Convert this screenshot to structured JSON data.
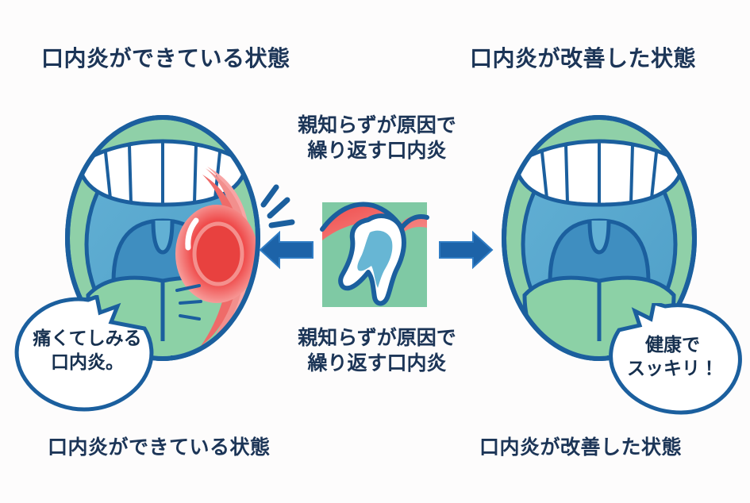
{
  "page": {
    "background_color": "#fdfcfc",
    "ink_color": "#1c3557"
  },
  "titles": {
    "left": "口内炎ができている状態",
    "right": "口内炎が改善した状態"
  },
  "captions": {
    "left": "口内炎ができている状態",
    "right": "口内炎が改善した状態"
  },
  "center_notes": {
    "top_line1": "親知らずが原因で",
    "top_line2": "繰り返す口内炎",
    "bottom_line1": "親知らずが原因で",
    "bottom_line2": "繰り返す口内炎"
  },
  "speech_bubbles": {
    "left": {
      "line1": "痛くてしみる",
      "line2": "口内炎。"
    },
    "right": {
      "line1": "健康で",
      "line2": "スッキリ！"
    }
  },
  "icons": {
    "arrow_left": "arrow-left-icon",
    "arrow_right": "arrow-right-icon",
    "tooth": "wisdom-tooth-icon",
    "pain": "pain-lines-icon",
    "mouth_inflamed": "open-mouth-inflamed-icon",
    "mouth_healthy": "open-mouth-healthy-icon"
  },
  "colors": {
    "outline_blue": "#1b5f9e",
    "arrow_blue": "#1d63a8",
    "lip_green": "#8fd0a8",
    "oral_blue": "#58a8cf",
    "throat_blue": "#3f8ec0",
    "tongue_green": "#8cd1a6",
    "tooth_white": "#ffffff",
    "inflammation_red": "#ef4b4b",
    "inflammation_pink": "#f8a5a5",
    "icon_panel_green": "#7fc9a4",
    "pulp_blue": "#67b6d4"
  }
}
